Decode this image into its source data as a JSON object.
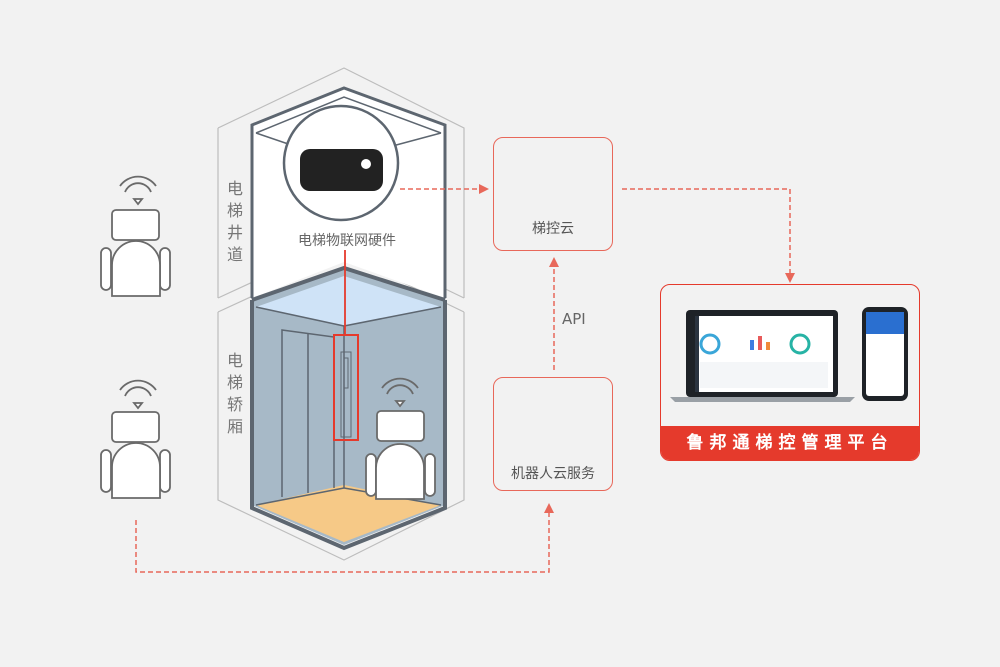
{
  "shaft": {
    "section_label_top": "电梯井道",
    "section_label_bottom": "电梯轿厢",
    "hardware_label": "电梯物联网硬件"
  },
  "cloud_control": {
    "label": "梯控云"
  },
  "robot_cloud": {
    "label": "机器人云服务"
  },
  "api_label": "API",
  "platform": {
    "label": "鲁邦通梯控管理平台"
  },
  "colors": {
    "accent": "#e53a2c",
    "arrow": "#e8685a",
    "elevator_wall": "#a7b9c7",
    "elevator_floor": "#f6c987",
    "elevator_ceiling": "#cfe3f7",
    "frame": "#5d6670"
  }
}
